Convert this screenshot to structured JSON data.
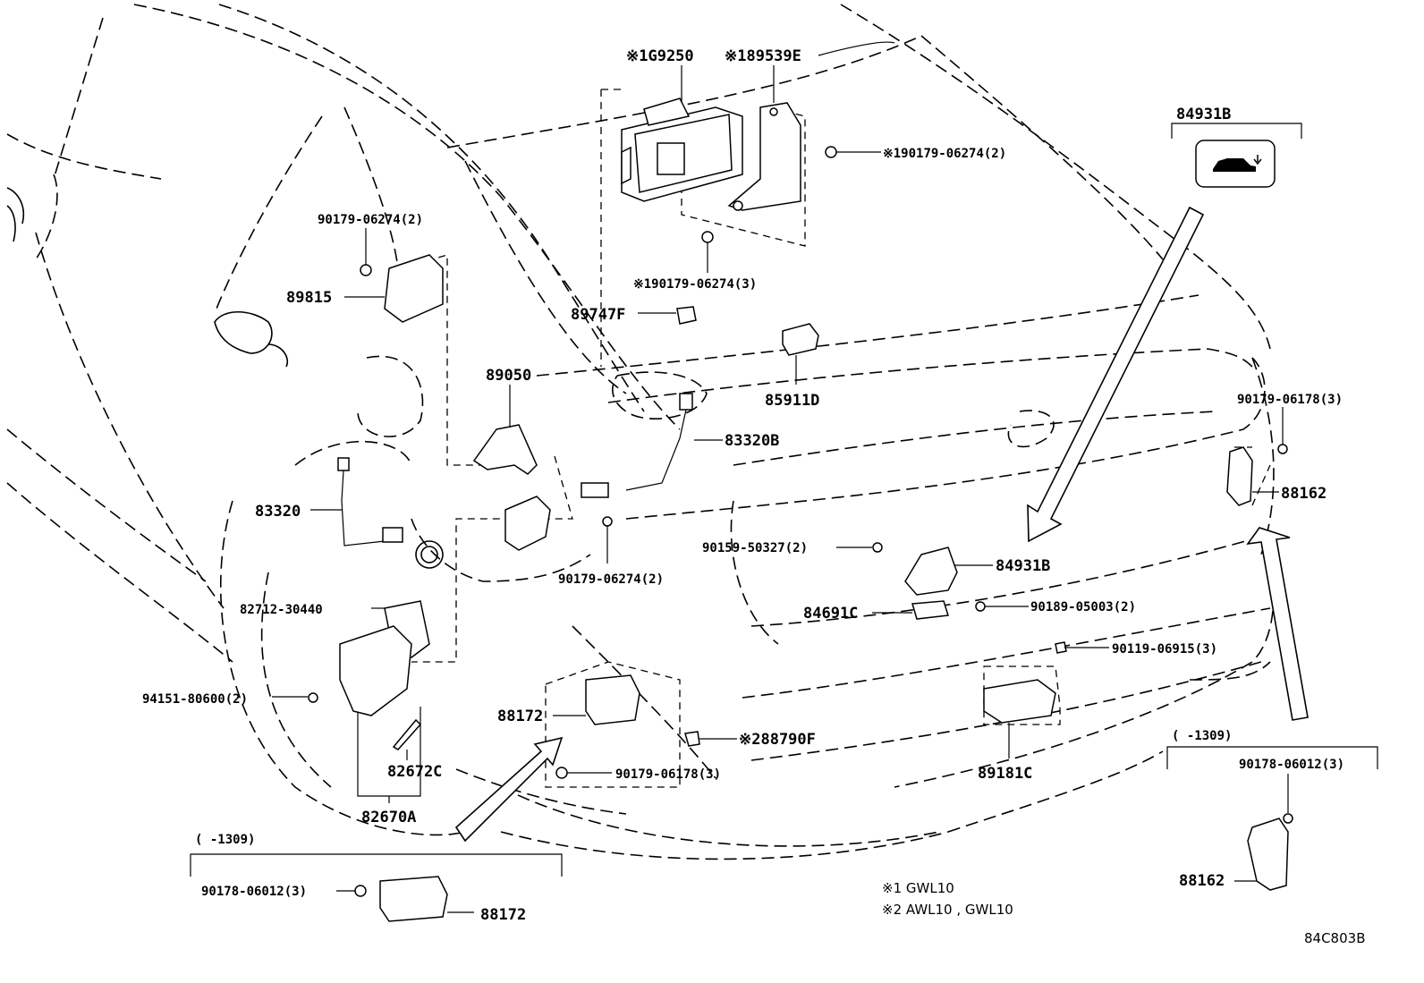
{
  "diagram_id": "84C803B",
  "labels": {
    "p_g9250": "※1G9250",
    "p_89539e": "※189539E",
    "p_84931b_top": "84931B",
    "p_90179_06274_2_tr": "※190179-06274(2)",
    "p_90179_06274_2_l": "90179-06274(2)",
    "p_89815": "89815",
    "p_90179_06274_3": "※190179-06274(3)",
    "p_89747f": "89747F",
    "p_89050": "89050",
    "p_85911d": "85911D",
    "p_90179_06178_3_r": "90179-06178(3)",
    "p_83320b": "83320B",
    "p_88162_r": "88162",
    "p_83320": "83320",
    "p_90159_50327_2": "90159-50327(2)",
    "p_84931b": "84931B",
    "p_90179_06274_2_c": "90179-06274(2)",
    "p_82712_30440": "82712-30440",
    "p_84691c": "84691C",
    "p_90189_05003_2": "90189-05003(2)",
    "p_90119_06915_3": "90119-06915(3)",
    "p_94151_80600_2": "94151-80600(2)",
    "p_88172": "88172",
    "p_88790f": "※288790F",
    "p_90179_06178_3_c": "90179-06178(3)",
    "p_82672c": "82672C",
    "p_89181c": "89181C",
    "p_82670a": "82670A",
    "range_br": "(     -1309)",
    "p_90178_06012_3_r": "90178-06012(3)",
    "p_88162_br": "88162",
    "range_bl": "(     -1309)",
    "p_90178_06012_3_l": "90178-06012(3)",
    "p_88172_bl": "88172"
  },
  "notes": {
    "note1": "※1 GWL10",
    "note2": "※2 AWL10 , GWL10"
  },
  "icons": {
    "trunk_switch": "trunk-open-icon"
  }
}
